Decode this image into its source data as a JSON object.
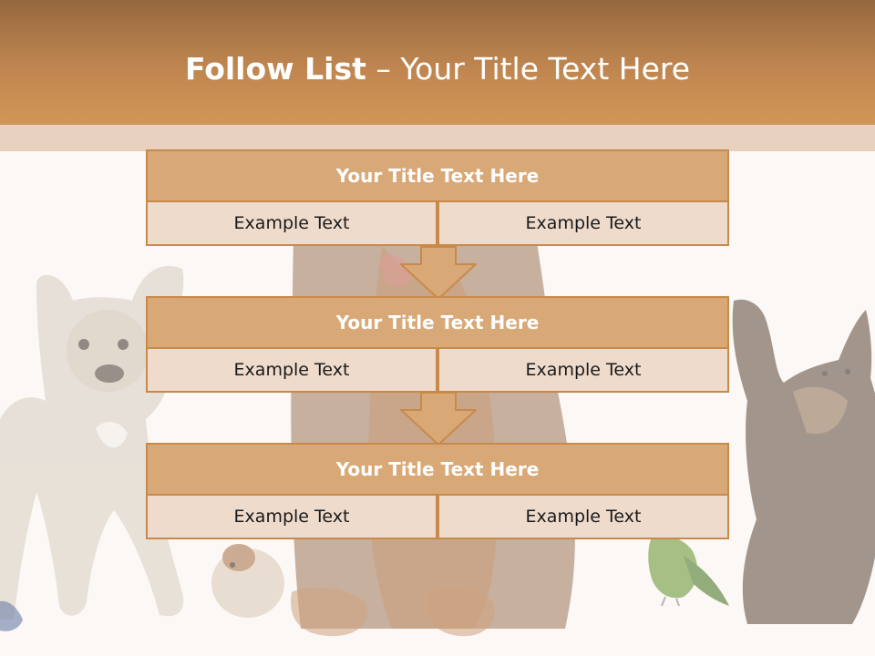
{
  "title": {
    "strong": "Follow List",
    "rest": " – Your Title Text Here"
  },
  "blocks": [
    {
      "title": "Your Title Text Here",
      "left": "Example Text",
      "right": "Example Text"
    },
    {
      "title": "Your Title Text Here",
      "left": "Example Text",
      "right": "Example Text"
    },
    {
      "title": "Your Title Text Here",
      "left": "Example Text",
      "right": "Example Text"
    }
  ],
  "colors": {
    "title_bar": "#c08650",
    "block_header": "#d9a877",
    "block_cell": "#eedbcc",
    "border": "#c78a4b"
  },
  "icons": [
    "arrow-down-icon"
  ]
}
